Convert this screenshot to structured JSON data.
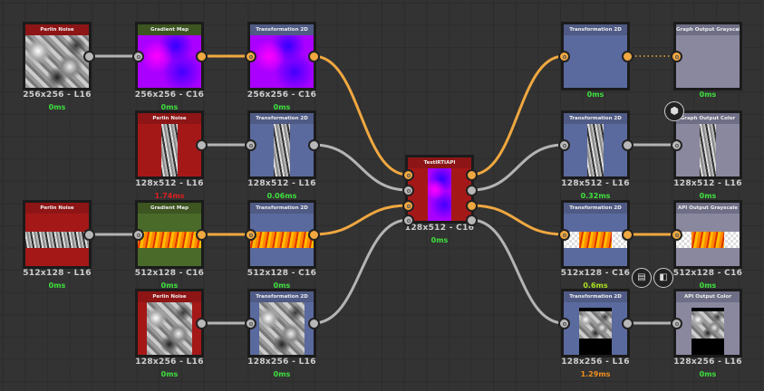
{
  "nodes": [
    {
      "id": "p1",
      "title": "Perlin Noise",
      "res": "256x256 - L16",
      "time": "0ms",
      "time_color": "#3ee03e"
    },
    {
      "id": "gm1",
      "title": "Gradient Map",
      "res": "256x256 - C16",
      "time": "0ms",
      "time_color": "#3ee03e"
    },
    {
      "id": "t1",
      "title": "Transformation 2D",
      "res": "256x256 - C16",
      "time": "0ms",
      "time_color": "#3ee03e"
    },
    {
      "id": "p2",
      "title": "Perlin Noise",
      "res": "128x512 - L16",
      "time": "1.74ms",
      "time_color": "#e02020"
    },
    {
      "id": "t2",
      "title": "Transformation 2D",
      "res": "128x512 - L16",
      "time": "0.06ms",
      "time_color": "#3ee03e"
    },
    {
      "id": "p3",
      "title": "Perlin Noise",
      "res": "512x128 - L16",
      "time": "0ms",
      "time_color": "#3ee03e"
    },
    {
      "id": "gm3",
      "title": "Gradient Map",
      "res": "512x128 - C16",
      "time": "0ms",
      "time_color": "#3ee03e"
    },
    {
      "id": "t3",
      "title": "Transformation 2D",
      "res": "512x128 - C16",
      "time": "0ms",
      "time_color": "#3ee03e"
    },
    {
      "id": "p4",
      "title": "Perlin Noise",
      "res": "128x256 - L16",
      "time": "0ms",
      "time_color": "#3ee03e"
    },
    {
      "id": "t4",
      "title": "Transformation 2D",
      "res": "128x256 - L16",
      "time": "0ms",
      "time_color": "#3ee03e"
    },
    {
      "id": "api",
      "title": "TestIRTIAPI",
      "res": "128x512 - C16",
      "time": "0ms",
      "time_color": "#3ee03e"
    },
    {
      "id": "rt1",
      "title": "Transformation 2D",
      "res": "",
      "time": "0ms",
      "time_color": "#3ee03e"
    },
    {
      "id": "gog",
      "title": "Graph Output Grayscale",
      "res": "",
      "time": "0ms",
      "time_color": "#3ee03e"
    },
    {
      "id": "rt2",
      "title": "Transformation 2D",
      "res": "128x512 - L16",
      "time": "0.32ms",
      "time_color": "#3ee03e"
    },
    {
      "id": "goc",
      "title": "Graph Output Color",
      "res": "128x512 - L16",
      "time": "0ms",
      "time_color": "#3ee03e"
    },
    {
      "id": "rt3",
      "title": "Transformation 2D",
      "res": "512x128 - C16",
      "time": "0.6ms",
      "time_color": "#a8e020"
    },
    {
      "id": "aog",
      "title": "API Output Grayscale",
      "res": "512x128 - C16",
      "time": "0ms",
      "time_color": "#3ee03e"
    },
    {
      "id": "rt4",
      "title": "Transformation 2D",
      "res": "128x256 - L16",
      "time": "1.29ms",
      "time_color": "#f0901e"
    },
    {
      "id": "aoc",
      "title": "API Output Color",
      "res": "128x256 - L16",
      "time": "0ms",
      "time_color": "#3ee03e"
    }
  ],
  "colors": {
    "color_wire": "#f0a840",
    "gray_wire": "#b4b4b4",
    "perlin_header": "#8e1515",
    "perlin_body": "#a51818",
    "gradient_header": "#3d5520",
    "transform_header": "#4f5b85",
    "transform_body": "#5a6a9e",
    "output_header": "#6e6e86",
    "output_body": "#8a889e"
  },
  "badges": [
    {
      "icon": "cube-icon"
    },
    {
      "icon": "document-icon"
    },
    {
      "icon": "checker-icon"
    }
  ]
}
